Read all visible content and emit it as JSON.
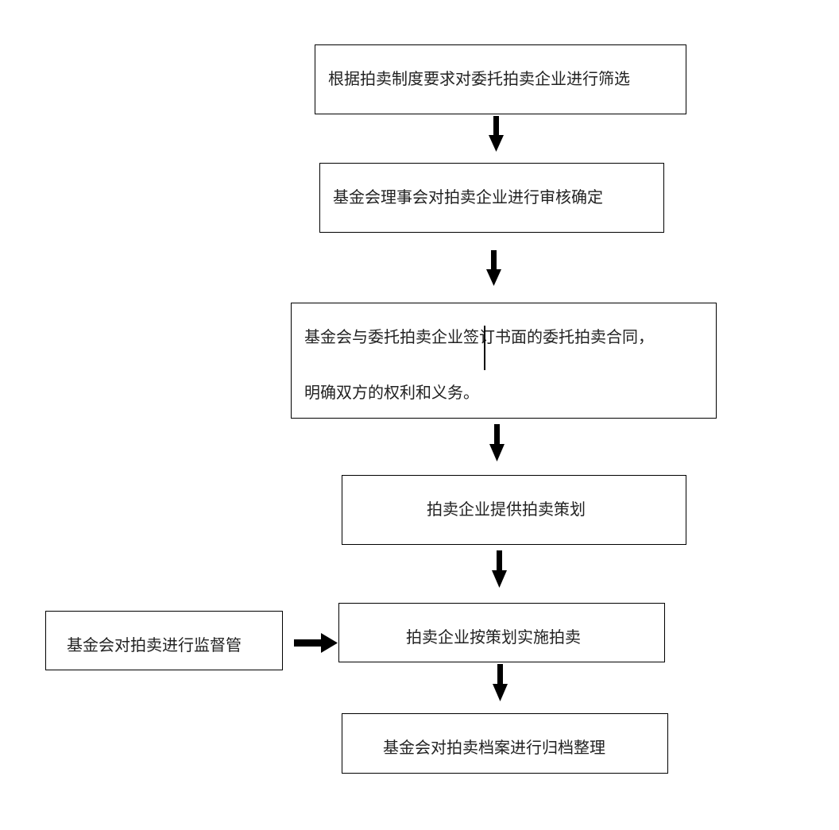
{
  "flowchart": {
    "steps": [
      {
        "text": "根据拍卖制度要求对委托拍卖企业进行筛选"
      },
      {
        "text": "基金会理事会对拍卖企业进行审核确定"
      },
      {
        "line1": "基金会与委托拍卖企业签订书面的委托拍卖合同，",
        "line2": "明确双方的权利和义务。"
      },
      {
        "text": "拍卖企业提供拍卖策划"
      },
      {
        "text": "拍卖企业按策划实施拍卖"
      },
      {
        "text": "基金会对拍卖档案进行归档整理"
      }
    ],
    "side_node": {
      "text": "基金会对拍卖进行监督管"
    }
  },
  "colors": {
    "border": "#000000",
    "text": "#222222",
    "arrow": "#000000"
  }
}
